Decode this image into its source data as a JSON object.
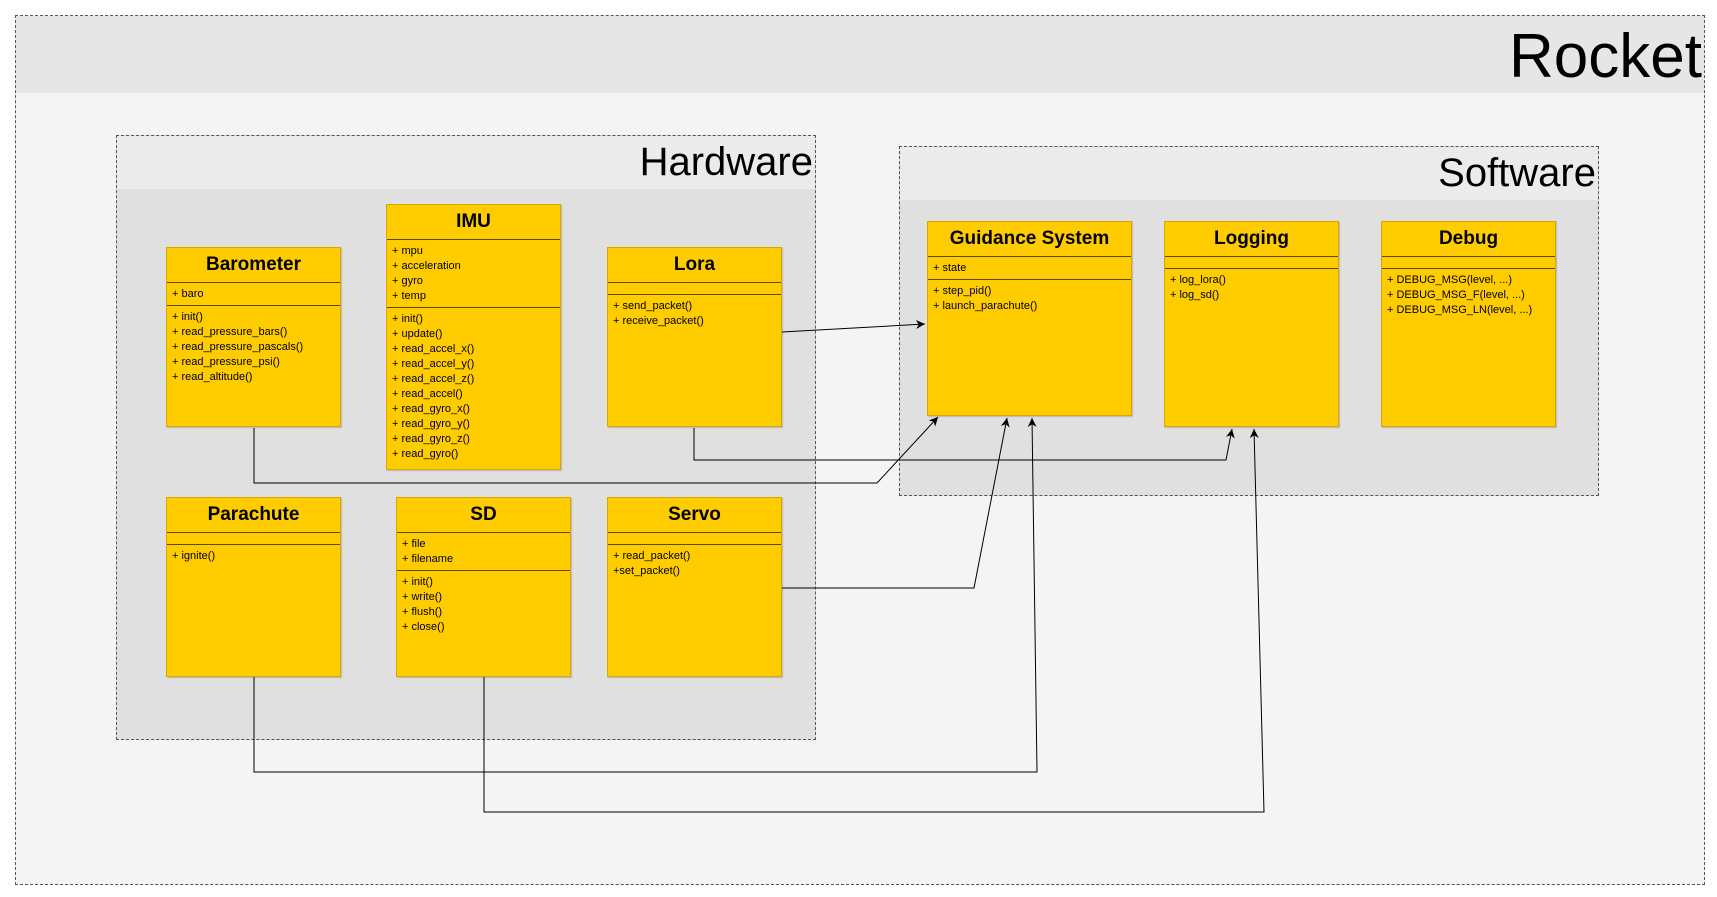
{
  "frames": {
    "rocket": "Rocket",
    "hardware": "Hardware",
    "software": "Software"
  },
  "classes": {
    "barometer": {
      "name": "Barometer",
      "attributes": [
        "+ baro"
      ],
      "methods": [
        "+ init()",
        "+ read_pressure_bars()",
        "+ read_pressure_pascals()",
        "+ read_pressure_psi()",
        "+ read_altitude()"
      ]
    },
    "imu": {
      "name": "IMU",
      "attributes": [
        "+ mpu",
        "+ acceleration",
        "+ gyro",
        "+ temp"
      ],
      "methods": [
        "+ init()",
        "+ update()",
        "+ read_accel_x()",
        "+ read_accel_y()",
        "+ read_accel_z()",
        "+ read_accel()",
        "+ read_gyro_x()",
        "+ read_gyro_y()",
        "+ read_gyro_z()",
        "+ read_gyro()"
      ]
    },
    "lora": {
      "name": "Lora",
      "attributes": [],
      "methods": [
        "+ send_packet()",
        "+ receive_packet()"
      ]
    },
    "parachute": {
      "name": "Parachute",
      "attributes": [],
      "methods": [
        "+ ignite()"
      ]
    },
    "sd": {
      "name": "SD",
      "attributes": [
        "+ file",
        "+ filename"
      ],
      "methods": [
        "+ init()",
        "+ write()",
        "+ flush()",
        "+ close()"
      ]
    },
    "servo": {
      "name": "Servo",
      "attributes": [],
      "methods": [
        "+ read_packet()",
        "+set_packet()"
      ]
    },
    "guidance": {
      "name": "Guidance System",
      "attributes": [
        "+ state"
      ],
      "methods": [
        "+ step_pid()",
        "+ launch_parachute()"
      ]
    },
    "logging": {
      "name": "Logging",
      "attributes": [],
      "methods": [
        "+ log_lora()",
        "+ log_sd()"
      ]
    },
    "debug": {
      "name": "Debug",
      "attributes": [],
      "methods": [
        "+ DEBUG_MSG(level, ...)",
        "+ DEBUG_MSG_F(level, ...)",
        "+ DEBUG_MSG_LN(level, ...)"
      ]
    }
  },
  "relations": [
    {
      "from": "Lora",
      "to": "Guidance System"
    },
    {
      "from": "Barometer",
      "to": "Guidance System"
    },
    {
      "from": "Lora",
      "to": "Logging"
    },
    {
      "from": "Servo",
      "to": "Guidance System"
    },
    {
      "from": "Parachute",
      "to": "Guidance System"
    },
    {
      "from": "SD",
      "to": "Logging"
    }
  ],
  "colors": {
    "class_fill": "#ffcc00",
    "frame_border": "#555555",
    "connector": "#000000"
  }
}
